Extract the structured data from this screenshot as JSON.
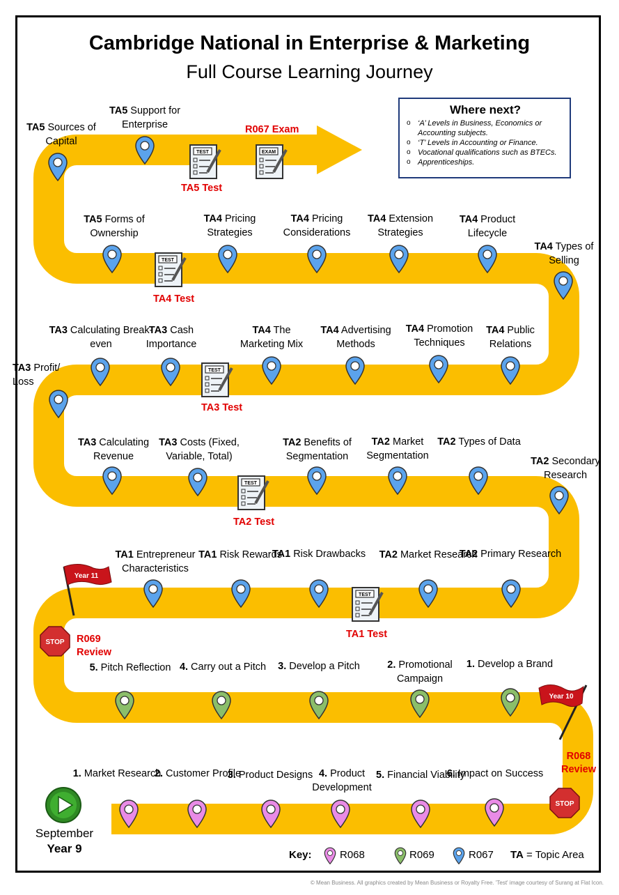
{
  "title": "Cambridge National in Enterprise & Marketing",
  "subtitle": "Full Course Learning Journey",
  "where_next": {
    "heading": "Where next?",
    "items": [
      "‘A’ Levels in Business, Economics or Accounting subjects.",
      "‘T’ Levels in Accounting or Finance.",
      "Vocational qualifications such as BTECs.",
      "Apprenticeships."
    ]
  },
  "topics": [
    {
      "id": "r1_1",
      "strong": "1.",
      "rest": " Market Research"
    },
    {
      "id": "r1_2",
      "strong": "2.",
      "rest": " Customer Profile"
    },
    {
      "id": "r1_3",
      "strong": "3.",
      "rest": " Product Designs"
    },
    {
      "id": "r1_4",
      "strong": "4.",
      "rest": " Product Development"
    },
    {
      "id": "r1_5",
      "strong": "5.",
      "rest": " Financial Viability"
    },
    {
      "id": "r1_6",
      "strong": "6.",
      "rest": " Impact on Success"
    },
    {
      "id": "r2_1",
      "strong": "1.",
      "rest": " Develop a Brand"
    },
    {
      "id": "r2_2",
      "strong": "2.",
      "rest": " Promotional Campaign"
    },
    {
      "id": "r2_3",
      "strong": "3.",
      "rest": " Develop a Pitch"
    },
    {
      "id": "r2_4",
      "strong": "4.",
      "rest": " Carry out a Pitch"
    },
    {
      "id": "r2_5",
      "strong": "5.",
      "rest": " Pitch Reflection"
    },
    {
      "id": "r3_1",
      "strong": "TA2",
      "rest": " Primary Research"
    },
    {
      "id": "r3_2",
      "strong": "TA2",
      "rest": " Market Research"
    },
    {
      "id": "r3_3",
      "strong": "TA1",
      "rest": " Risk Drawbacks"
    },
    {
      "id": "r3_4",
      "strong": "TA1",
      "rest": " Risk Rewards"
    },
    {
      "id": "r3_5",
      "strong": "TA1",
      "rest": " Entrepreneur Characteristics"
    },
    {
      "id": "r4_0",
      "strong": "TA2",
      "rest": " Secondary Research"
    },
    {
      "id": "r4_1",
      "strong": "TA2",
      "rest": " Types of Data"
    },
    {
      "id": "r4_2",
      "strong": "TA2",
      "rest": " Market Segmentation"
    },
    {
      "id": "r4_3",
      "strong": "TA2",
      "rest": " Benefits of Segmentation"
    },
    {
      "id": "r4_4",
      "strong": "TA3",
      "rest": " Costs (Fixed, Variable, Total)"
    },
    {
      "id": "r4_5",
      "strong": "TA3",
      "rest": " Calculating Revenue"
    },
    {
      "id": "r5_0",
      "strong": "TA3",
      "rest": " Profit/ Loss"
    },
    {
      "id": "r5_1",
      "strong": "TA3",
      "rest": " Calculating Break-even"
    },
    {
      "id": "r5_2",
      "strong": "TA3",
      "rest": " Cash Importance"
    },
    {
      "id": "r5_3",
      "strong": "TA4",
      "rest": " The Marketing Mix"
    },
    {
      "id": "r5_4",
      "strong": "TA4",
      "rest": " Advertising Methods"
    },
    {
      "id": "r5_5",
      "strong": "TA4",
      "rest": " Promotion Techniques"
    },
    {
      "id": "r5_6",
      "strong": "TA4",
      "rest": " Public Relations"
    },
    {
      "id": "r6_0",
      "strong": "TA4",
      "rest": " Types of Selling"
    },
    {
      "id": "r6_1",
      "strong": "TA4",
      "rest": " Product Lifecycle"
    },
    {
      "id": "r6_2",
      "strong": "TA4",
      "rest": " Extension Strategies"
    },
    {
      "id": "r6_3",
      "strong": "TA4",
      "rest": " Pricing Considerations"
    },
    {
      "id": "r6_4",
      "strong": "TA4",
      "rest": " Pricing Strategies"
    },
    {
      "id": "r6_5",
      "strong": "TA5",
      "rest": " Forms of Ownership"
    },
    {
      "id": "r7_1",
      "strong": "TA5",
      "rest": " Sources of Capital"
    },
    {
      "id": "r7_2",
      "strong": "TA5",
      "rest": " Support for Enterprise"
    }
  ],
  "tests": {
    "ta1": "TA1 Test",
    "ta2": "TA2 Test",
    "ta3": "TA3 Test",
    "ta4": "TA4 Test",
    "ta5": "TA5 Test",
    "exam": "R067 Exam",
    "test_word": "TEST",
    "exam_word": "EXAM"
  },
  "reviews": {
    "r068_line1": "R068",
    "r068_line2": "Review",
    "r069_line1": "R069",
    "r069_line2": "Review",
    "stop": "STOP"
  },
  "flags": {
    "year10": "Year 10",
    "year11": "Year 11"
  },
  "start": {
    "line1": "September",
    "line2": "Year 9"
  },
  "key": {
    "label": "Key:",
    "r068": "R068",
    "r069": "R069",
    "r067": "R067",
    "ta_abbr": "TA",
    "ta_def": " = Topic Area"
  },
  "colors": {
    "road": "#FBBE00",
    "r068_pin": "#E98BE6",
    "r069_pin": "#8BBE6A",
    "r067_pin": "#5BA3EC",
    "accent_red": "#E10000",
    "stop_red": "#D32F2F"
  },
  "credit": "© Mean Business. All graphics created by Mean Business or Royalty Free. 'Test' image courtesy of Surang at Flat Icon."
}
